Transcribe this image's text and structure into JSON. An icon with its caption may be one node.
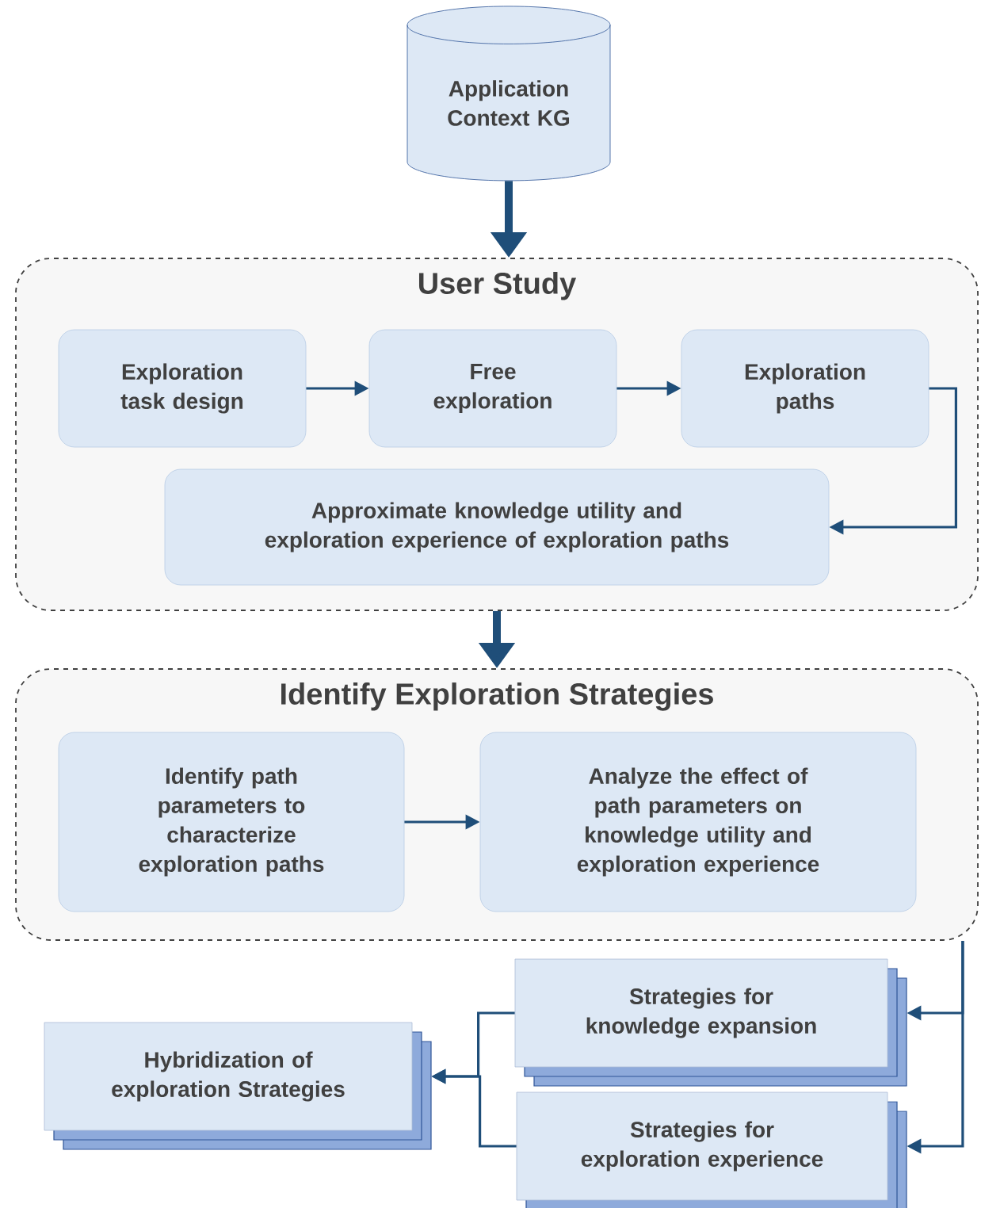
{
  "diagram": {
    "nodes": [
      {
        "text": [
          "Application Context KG"
        ]
      },
      {
        "text": [
          "User Study"
        ]
      },
      {
        "text": [
          "Exploration task design"
        ],
        "in": 1
      },
      {
        "text": [
          "Free exploration"
        ],
        "in": 1
      },
      {
        "text": [
          "Exploration paths"
        ],
        "in": 1
      },
      {
        "text": [
          "Approximate knowledge utility and exploration experience of exploration paths"
        ],
        "in": 1
      },
      {
        "text": [
          "Identify Exploration Strategies"
        ]
      },
      {
        "text": [
          "Identify path parameters to characterize exploration paths"
        ],
        "in": 6
      },
      {
        "text": [
          "Analyze the effect of path parameters on knowledge utility and exploration experience"
        ],
        "in": 6
      },
      {
        "text": [
          "Hybridization of exploration Strategies"
        ]
      },
      {
        "text": [
          "Strategies for knowledge expansion"
        ]
      },
      {
        "text": [
          "Strategies for exploration experience"
        ]
      }
    ],
    "edges": [
      {
        "from": 0,
        "to": 1,
        "arrow": "to",
        "style": "thick"
      },
      {
        "from": 2,
        "to": 3,
        "arrow": "to"
      },
      {
        "from": 3,
        "to": 4,
        "arrow": "to"
      },
      {
        "from": 4,
        "to": 5,
        "arrow": "to"
      },
      {
        "from": 1,
        "to": 6,
        "arrow": "to",
        "style": "thick"
      },
      {
        "from": 7,
        "to": 8,
        "arrow": "to"
      },
      {
        "from": 6,
        "to": 10,
        "arrow": "to"
      },
      {
        "from": 6,
        "to": 11,
        "arrow": "to"
      },
      {
        "from": 10,
        "to": 9,
        "arrow": "to"
      },
      {
        "from": 11,
        "to": 9,
        "arrow": "to"
      }
    ]
  }
}
